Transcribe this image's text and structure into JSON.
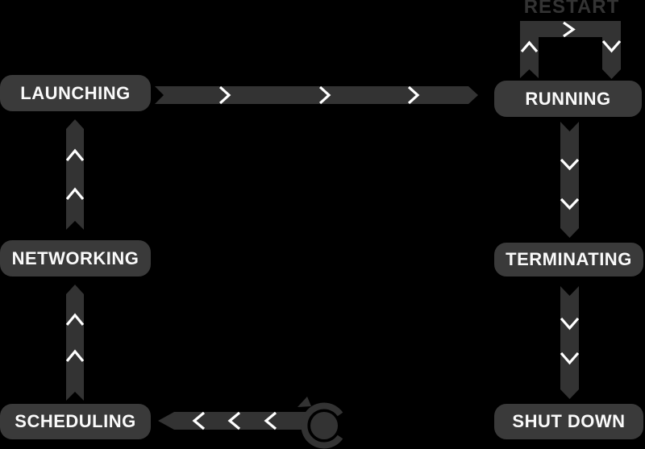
{
  "diagram": {
    "restart_label": "RESTART",
    "nodes": [
      {
        "id": "launching",
        "label": "LAUNCHING"
      },
      {
        "id": "running",
        "label": "RUNNING"
      },
      {
        "id": "terminating",
        "label": "TERMINATING"
      },
      {
        "id": "shut-down",
        "label": "SHUT DOWN"
      },
      {
        "id": "scheduling",
        "label": "SCHEDULING"
      },
      {
        "id": "networking",
        "label": "NETWORKING"
      }
    ],
    "edges": [
      {
        "from": "cycle-icon",
        "to": "SCHEDULING",
        "direction": "left"
      },
      {
        "from": "SCHEDULING",
        "to": "NETWORKING",
        "direction": "up"
      },
      {
        "from": "NETWORKING",
        "to": "LAUNCHING",
        "direction": "up"
      },
      {
        "from": "LAUNCHING",
        "to": "RUNNING",
        "direction": "right"
      },
      {
        "from": "RUNNING",
        "to": "RUNNING",
        "direction": "loop",
        "label": "RESTART"
      },
      {
        "from": "RUNNING",
        "to": "TERMINATING",
        "direction": "down"
      },
      {
        "from": "TERMINATING",
        "to": "SHUT DOWN",
        "direction": "down"
      }
    ],
    "icons": {
      "cycle": "circular-arrow-icon"
    }
  },
  "colors": {
    "background": "#000000",
    "node_fill": "#3a3a3a",
    "node_text": "#fafafa",
    "arrow_fill": "#333333",
    "chevron": "#ffffff",
    "restart_text": "#333333"
  }
}
